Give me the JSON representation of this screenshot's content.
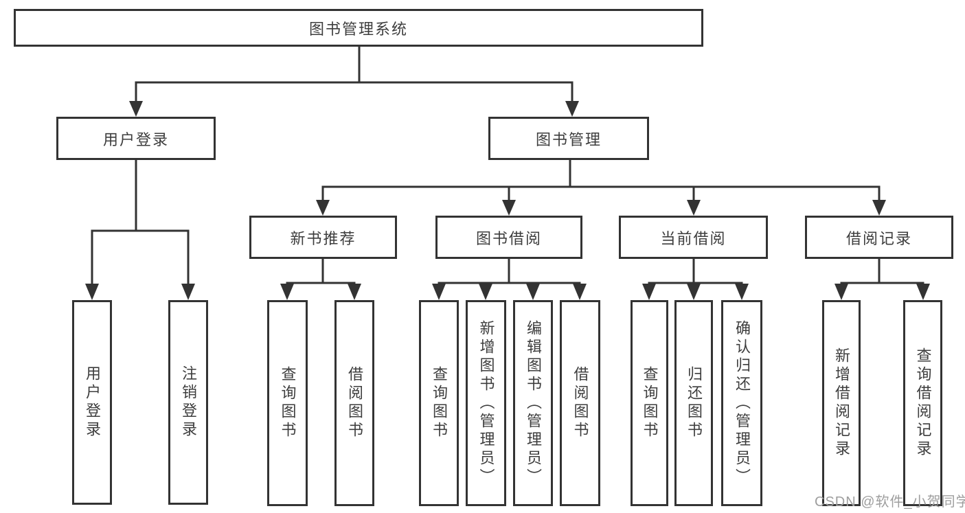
{
  "tree": {
    "label": "图书管理系统",
    "children": [
      {
        "label": "用户登录",
        "children": [
          {
            "label": "用户登录"
          },
          {
            "label": "注销登录"
          }
        ]
      },
      {
        "label": "图书管理",
        "children": [
          {
            "label": "新书推荐",
            "children": [
              {
                "label": "查询图书"
              },
              {
                "label": "借阅图书"
              }
            ]
          },
          {
            "label": "图书借阅",
            "children": [
              {
                "label": "查询图书"
              },
              {
                "label": "新增图书（管理员）"
              },
              {
                "label": "编辑图书（管理员）"
              },
              {
                "label": "借阅图书"
              }
            ]
          },
          {
            "label": "当前借阅",
            "children": [
              {
                "label": "查询图书"
              },
              {
                "label": "归还图书"
              },
              {
                "label": "确认归还（管理员）"
              }
            ]
          },
          {
            "label": "借阅记录",
            "children": [
              {
                "label": "新增借阅记录"
              },
              {
                "label": "查询借阅记录"
              }
            ]
          }
        ]
      }
    ]
  },
  "watermark": {
    "text": "CSDN @软件_小贺同学"
  },
  "colors": {
    "line": "#333333",
    "text": "#3d3d3d",
    "background": "#ffffff",
    "watermark": "#9e9e9e"
  }
}
